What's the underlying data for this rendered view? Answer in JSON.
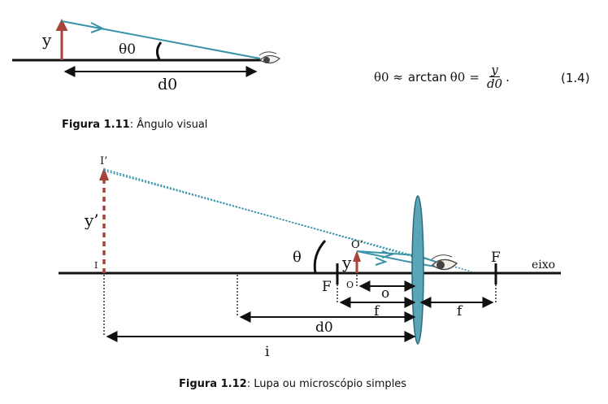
{
  "figure1": {
    "label_y": "y",
    "label_theta0": "θ0",
    "label_d0": "d0",
    "caption_prefix": "Figura 1.11",
    "caption_text": ": Ângulo visual"
  },
  "equation": {
    "lhs": "θ0 ≈",
    "func": "arctan",
    "arg": "θ0",
    "eq": "=",
    "num": "y",
    "den": "d0",
    "tail": ".",
    "number": "(1.4)"
  },
  "figure2": {
    "label_I_prime": "I’",
    "label_y_prime": "y’",
    "label_I": "I",
    "label_theta": "θ",
    "label_O_prime": "O’",
    "label_y": "y",
    "label_F_left": "F",
    "label_O": "O",
    "label_o": "o",
    "label_f_left": "f",
    "label_f_right": "f",
    "label_d0": "d0",
    "label_i": "i",
    "label_F_right": "F",
    "label_eixo": "eixo",
    "caption_prefix": "Figura 1.12",
    "caption_text": ": Lupa ou microscópio simples"
  },
  "colors": {
    "arrow_red": "#a8433a",
    "ray_teal": "#3a93a8",
    "lens_fill": "#5aa6b8"
  }
}
